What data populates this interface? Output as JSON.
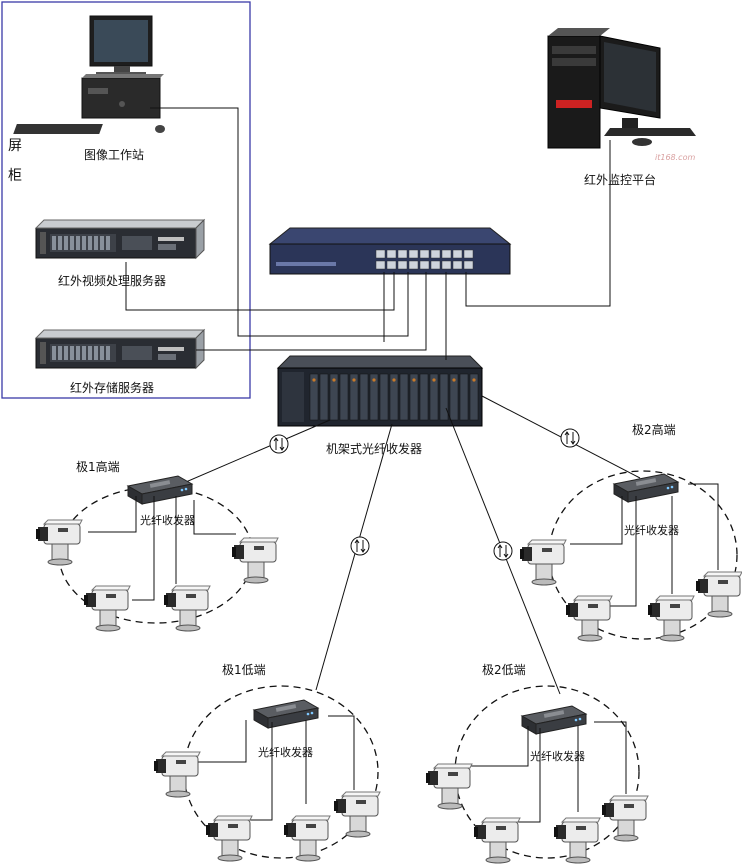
{
  "cabinet": {
    "label_line1": "屏",
    "label_line2": "柜",
    "workstation_label": "图像工作站",
    "video_server_label": "红外视频处理服务器",
    "storage_server_label": "红外存储服务器"
  },
  "monitor_platform_label": "红外监控平台",
  "monitor_watermark": "it168.com",
  "rack_transceiver_label": "机架式光纤收发器",
  "poles": [
    {
      "title": "极1高端",
      "transceiver_label": "光纤收发器"
    },
    {
      "title": "极2高端",
      "transceiver_label": "光纤收发器"
    },
    {
      "title": "极1低端",
      "transceiver_label": "光纤收发器"
    },
    {
      "title": "极2低端",
      "transceiver_label": "光纤收发器"
    }
  ],
  "colors": {
    "cabinet_border": "#3a3aa8",
    "switch_body": "#2b3558",
    "rack_body": "#20252e"
  }
}
